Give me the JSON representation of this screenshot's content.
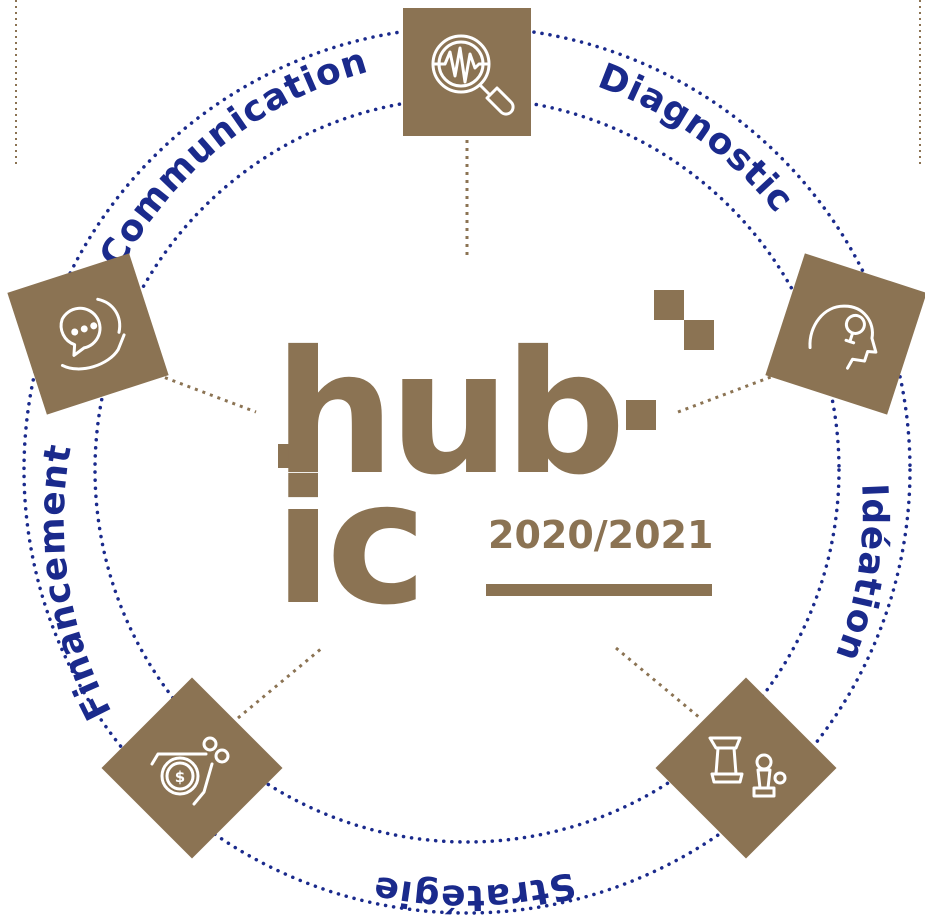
{
  "colors": {
    "gold": "#8b7353",
    "blue": "#1a2a8c",
    "white": "#ffffff"
  },
  "center": {
    "logo_line1": "hub",
    "logo_line2": "ic",
    "year": "2020/2021"
  },
  "segments": [
    {
      "id": "diagnostic",
      "label": "Diagnostic",
      "icon": "magnifier-waveform-icon"
    },
    {
      "id": "ideation",
      "label": "Idéation",
      "icon": "lightbulb-head-icon"
    },
    {
      "id": "strategie",
      "label": "Stratégie",
      "icon": "chess-pieces-icon"
    },
    {
      "id": "financement",
      "label": "Financement",
      "icon": "coins-hand-icon"
    },
    {
      "id": "communication",
      "label": "Communication",
      "icon": "speech-bubble-hands-icon"
    }
  ]
}
